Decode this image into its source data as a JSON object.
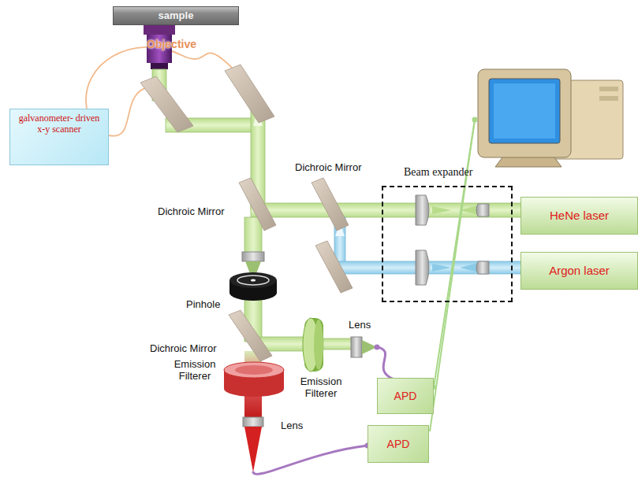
{
  "diagram": {
    "nodes": [
      {
        "text": [
          "sample"
        ]
      },
      {
        "text": [
          "galvanometer- driven x-y scanner"
        ]
      },
      {
        "text": [
          "Beam expander"
        ]
      },
      {
        "text": [
          "HeNe laser"
        ]
      },
      {
        "text": [
          "Argon laser"
        ]
      },
      {
        "text": [
          "APD"
        ]
      },
      {
        "text": [
          "APD"
        ]
      }
    ],
    "labels": [
      "Objective",
      "Dichroic Mirror",
      "Dichroic Mirror",
      "Pinhole",
      "Lens",
      "Dichroic Mirror",
      "Emission Filterer",
      "Emission Filterer",
      "Lens"
    ]
  }
}
